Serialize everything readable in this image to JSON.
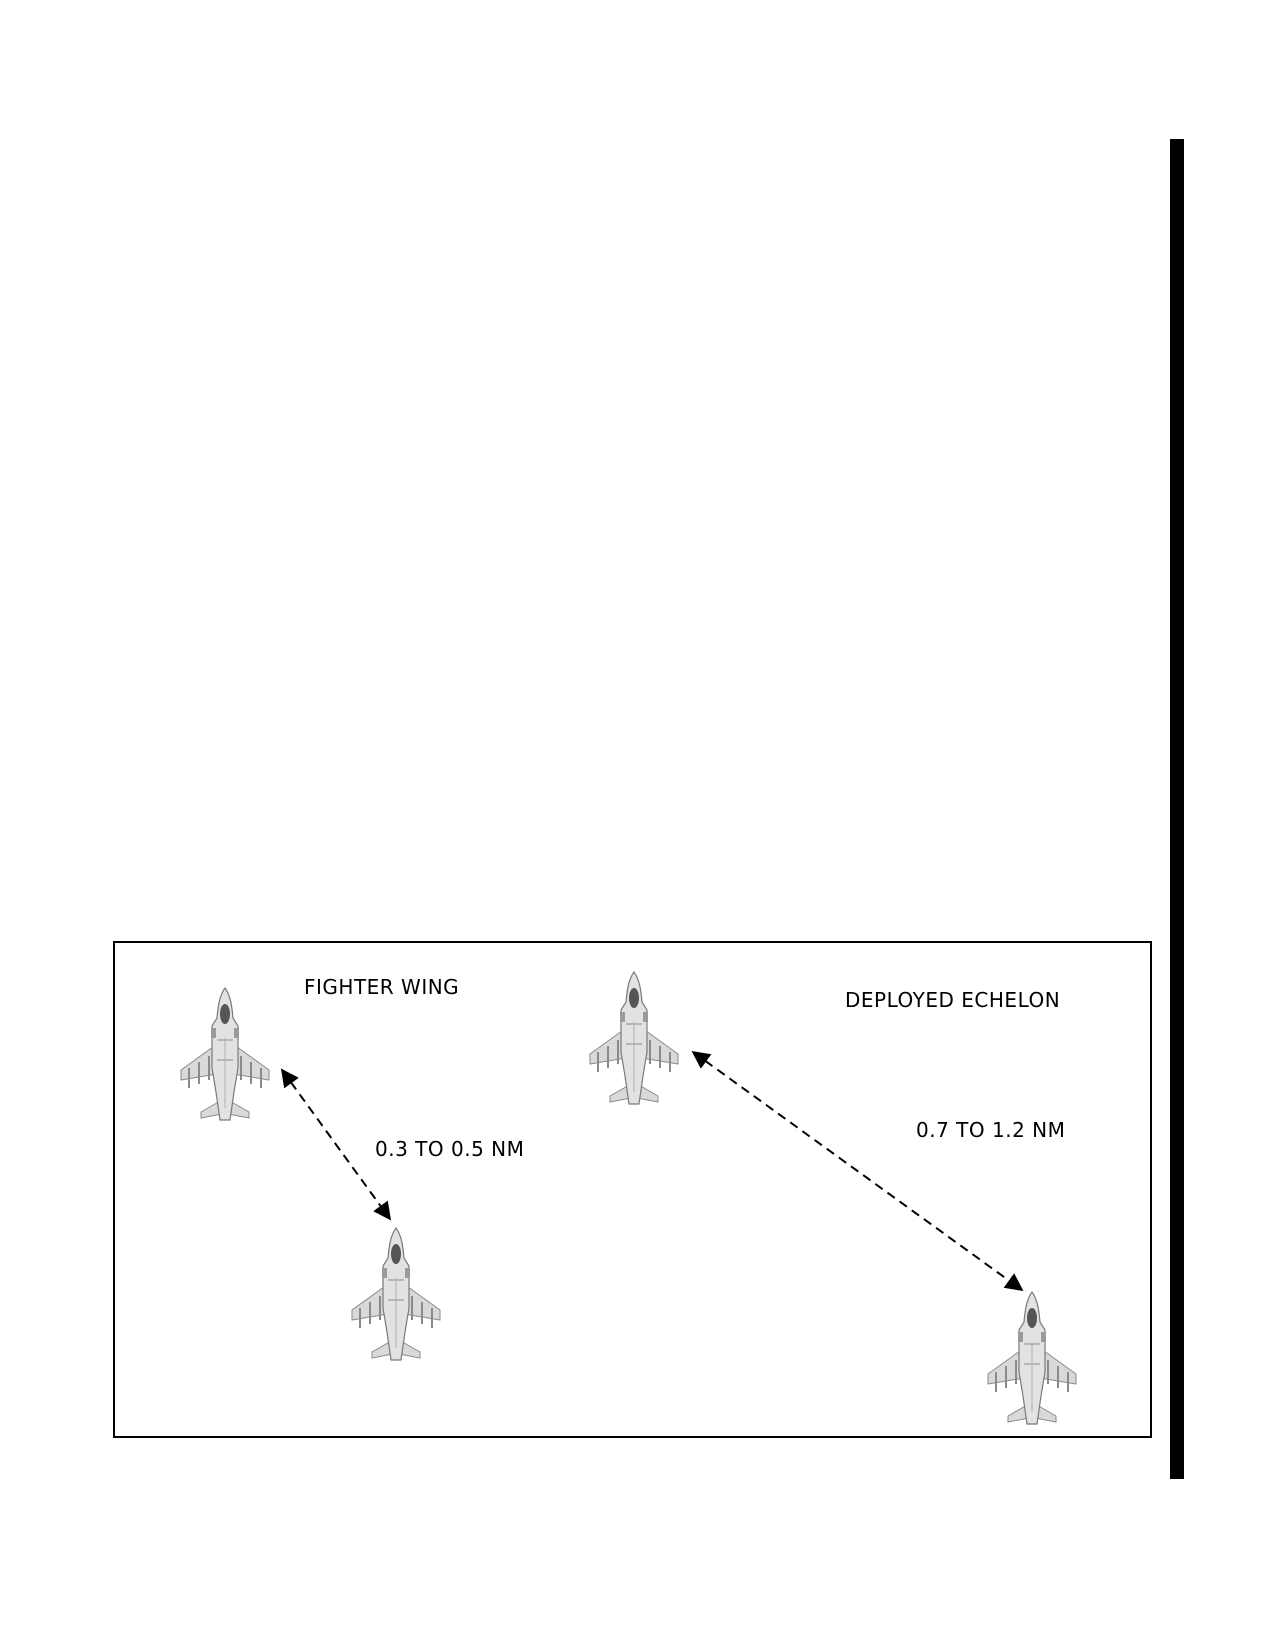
{
  "figure": {
    "labels": {
      "fighter_wing": "FIGHTER WING",
      "deployed_echelon": "DEPLOYED ECHELON",
      "fighter_wing_distance": "0.3 TO 0.5 NM",
      "deployed_echelon_distance": "0.7 TO 1.2 NM"
    },
    "icons": {
      "aircraft": "jet-aircraft-icon",
      "arrow": "double-headed-dashed-arrow"
    },
    "colors": {
      "line": "#000000",
      "aircraft_fill": "#d9d9d9",
      "aircraft_detail": "#8a8a8a",
      "canopy": "#555555"
    }
  }
}
